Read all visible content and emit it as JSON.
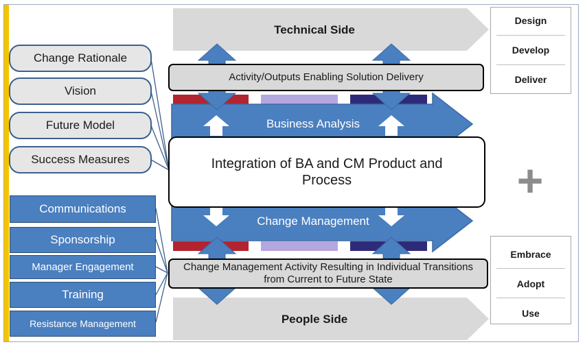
{
  "technical_side": "Technical Side",
  "people_side": "People Side",
  "technical_outcomes": [
    "Design",
    "Develop",
    "Deliver"
  ],
  "people_outcomes": [
    "Embrace",
    "Adopt",
    "Use"
  ],
  "ba_elements": [
    "Change Rationale",
    "Vision",
    "Future Model",
    "Success Measures"
  ],
  "cm_elements": [
    "Communications",
    "Sponsorship",
    "Manager Engagement",
    "Training",
    "Resistance Management"
  ],
  "solution_delivery": "Activity/Outputs Enabling Solution Delivery",
  "business_analysis": "Business Analysis",
  "change_management": "Change Management",
  "integration": "Integration of BA and CM Product and Process",
  "cm_activity": "Change Management Activity Resulting in Individual Transitions from Current to Future State",
  "plus_symbol": "+",
  "colors": {
    "side_arrow": "#d9d9d9",
    "band_blue": "#4a7fc0",
    "band_border": "#3d6aa3",
    "arrow_blue": "#4a7fc0",
    "strip_red": "#b22430",
    "strip_lavender": "#b4a7e0",
    "strip_navy": "#2e2a7a",
    "yellow_bar": "#f5c400",
    "plus": "#8c8c8c"
  }
}
